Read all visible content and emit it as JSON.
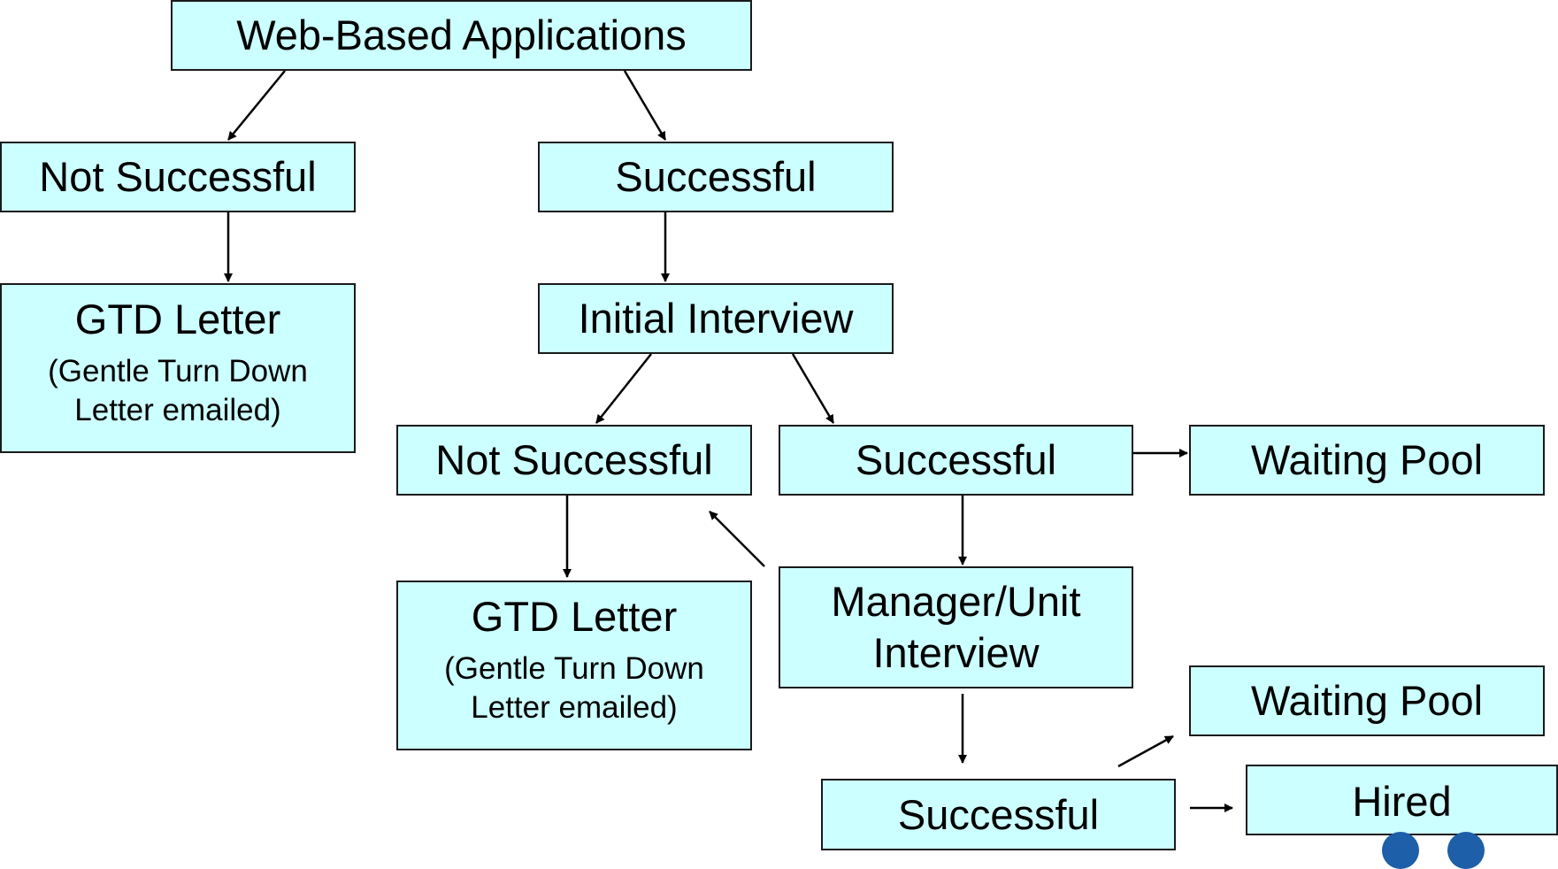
{
  "diagram": {
    "root": "Web-Based Applications",
    "level1": {
      "left": "Not Successful",
      "right": "Successful"
    },
    "letter1": {
      "title": "GTD Letter",
      "note": "(Gentle Turn Down Letter emailed)"
    },
    "initial_interview": "Initial Interview",
    "level2": {
      "not_successful": "Not Successful",
      "successful": "Successful",
      "waiting_pool": "Waiting Pool"
    },
    "letter2": {
      "title": "GTD Letter",
      "note": "(Gentle Turn Down Letter emailed)"
    },
    "manager_interview": "Manager/Unit Interview",
    "level3": {
      "waiting_pool": "Waiting Pool",
      "successful": "Successful",
      "hired": "Hired"
    }
  },
  "colors": {
    "box_fill": "#ccffff",
    "box_border": "#1a1a1a",
    "decoration": "#1d5fa8"
  }
}
